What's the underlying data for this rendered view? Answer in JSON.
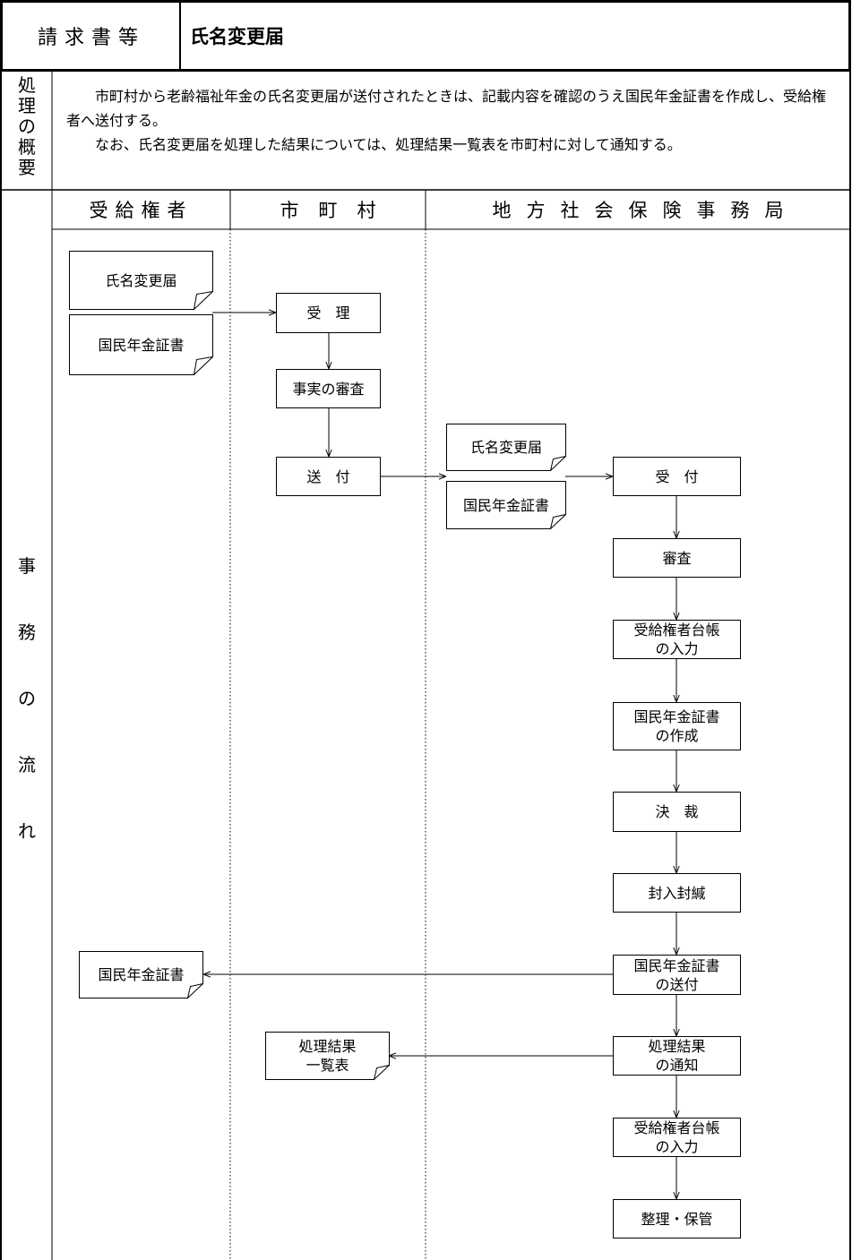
{
  "header": {
    "label": "請求書等",
    "title": "氏名変更届"
  },
  "summary": {
    "label": "処理の概要",
    "lines": [
      "市町村から老齢福祉年金の氏名変更届が送付されたときは、記載内容を確認のうえ国民年金証書を作成し、受給権者へ送付する。",
      "なお、氏名変更届を処理した結果については、処理結果一覧表を市町村に対して通知する。"
    ]
  },
  "flow": {
    "label": "事務の流れ",
    "columns": {
      "recipient": "受給権者",
      "municipality": "市町村",
      "office": "地方社会保険事務局"
    },
    "docs": {
      "r_name_change": "氏名変更届",
      "r_certificate": "国民年金証書",
      "o_name_change": "氏名変更届",
      "o_certificate": "国民年金証書",
      "r_certificate_out": "国民年金証書",
      "m_result_list": "処理結果\n一覧表"
    },
    "nodes": {
      "m_accept": "受　理",
      "m_check": "事実の審査",
      "m_send": "送　付",
      "o_receive": "受　付",
      "o_review": "審査",
      "o_ledger_input1": "受給権者台帳\nの入力",
      "o_create_cert": "国民年金証書\nの作成",
      "o_approval": "決　裁",
      "o_seal": "封入封緘",
      "o_send_cert": "国民年金証書\nの送付",
      "o_notify_result": "処理結果\nの通知",
      "o_ledger_input2": "受給権者台帳\nの入力",
      "o_file": "整理・保管"
    }
  }
}
